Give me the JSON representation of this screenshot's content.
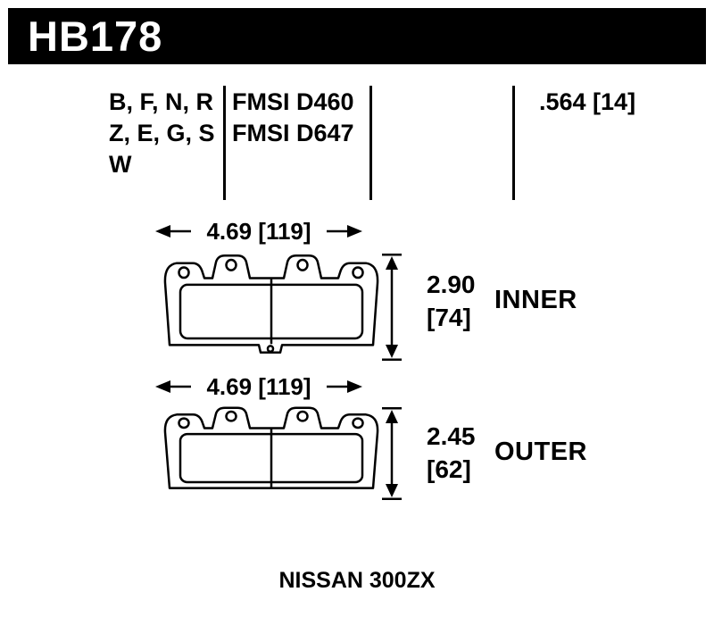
{
  "header": {
    "part_number": "HB178"
  },
  "spec": {
    "compound_lines": [
      "B, F, N, R",
      "Z, E, G, S",
      "W"
    ],
    "fmsi_lines": [
      "FMSI D460",
      "FMSI D647"
    ],
    "pad_thickness": ".564 [14]"
  },
  "pads": [
    {
      "name": "inner",
      "width_dim": "4.69 [119]",
      "height_dim_in": "2.90",
      "height_dim_mm": "[74]",
      "label": "INNER"
    },
    {
      "name": "outer",
      "width_dim": "4.69 [119]",
      "height_dim_in": "2.45",
      "height_dim_mm": "[62]",
      "label": "OUTER"
    }
  ],
  "footer": {
    "vehicle": "NISSAN 300ZX"
  },
  "colors": {
    "header_bg": "#000000",
    "header_text": "#ffffff",
    "line": "#000000",
    "background": "#ffffff"
  }
}
